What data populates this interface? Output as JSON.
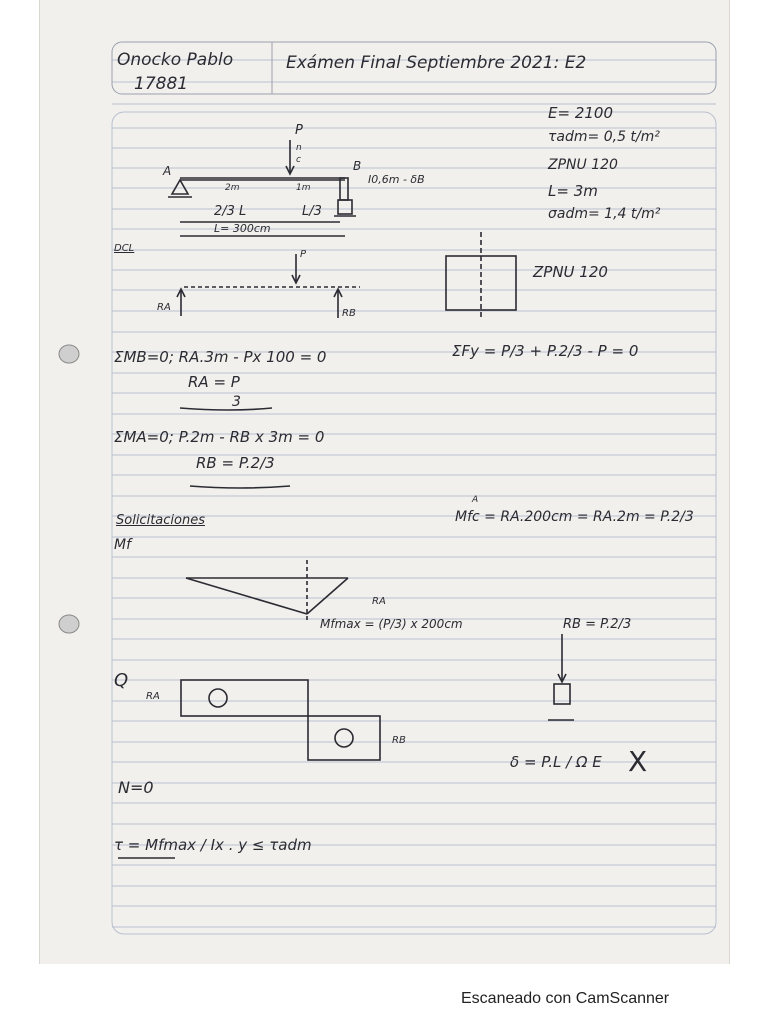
{
  "header": {
    "name": "Onocko Pablo",
    "student_id": "17881",
    "exam_title": "Exámen Final Septiembre 2021: E2"
  },
  "given": {
    "e": "E= 2100",
    "tau_adm": "τadm= 0,5 t/m²",
    "profile": "ZPNU 120",
    "length": "L= 3m",
    "sigma_adm": "σadm= 1,4 t/m²"
  },
  "beam_sketch": {
    "load": "P",
    "n_label": "n",
    "c_label": "c",
    "a_label": "A",
    "b_label": "B",
    "spring_label": "I0,6m - δB",
    "seg_a": "2m",
    "seg_b": "1m",
    "dim_a": "2/3 L",
    "dim_b": "L/3",
    "total": "L= 300cm"
  },
  "dcl": {
    "label": "DCL",
    "load": "P",
    "ra": "RA",
    "rb": "RB"
  },
  "section": {
    "label": "ZPNU 120"
  },
  "equations": {
    "moment_b": "ΣMB=0; RA.3m - Px 100 = 0",
    "ra_num": "RA = P",
    "ra_den": "3",
    "sum_fy": "ΣFy = P/3 + P.2/3 - P = 0",
    "moment_a": "ΣMA=0; P.2m - RB x 3m = 0",
    "rb_result": "RB = P.2/3"
  },
  "solicitations": {
    "title": "Solicitaciones",
    "mf_label": "Mf",
    "mfc": "Mfc = RA.200cm = RA.2m = P.2/3",
    "mfc_superscript": "A",
    "mf_max": "Mfmax = (P/3) x 200cm",
    "ra_note": "RA",
    "rb_side": "RB = P.2/3",
    "q_label": "Q",
    "q_ra": "RA",
    "q_rb": "RB",
    "n_zero": "N=0",
    "sigma_formula": "δ = P.L / Ω E",
    "cross": "X",
    "tau_formula": "τ = Mfmax / Ix . y ≤ τadm"
  },
  "footer": {
    "watermark": "Escaneado con CamScanner"
  }
}
